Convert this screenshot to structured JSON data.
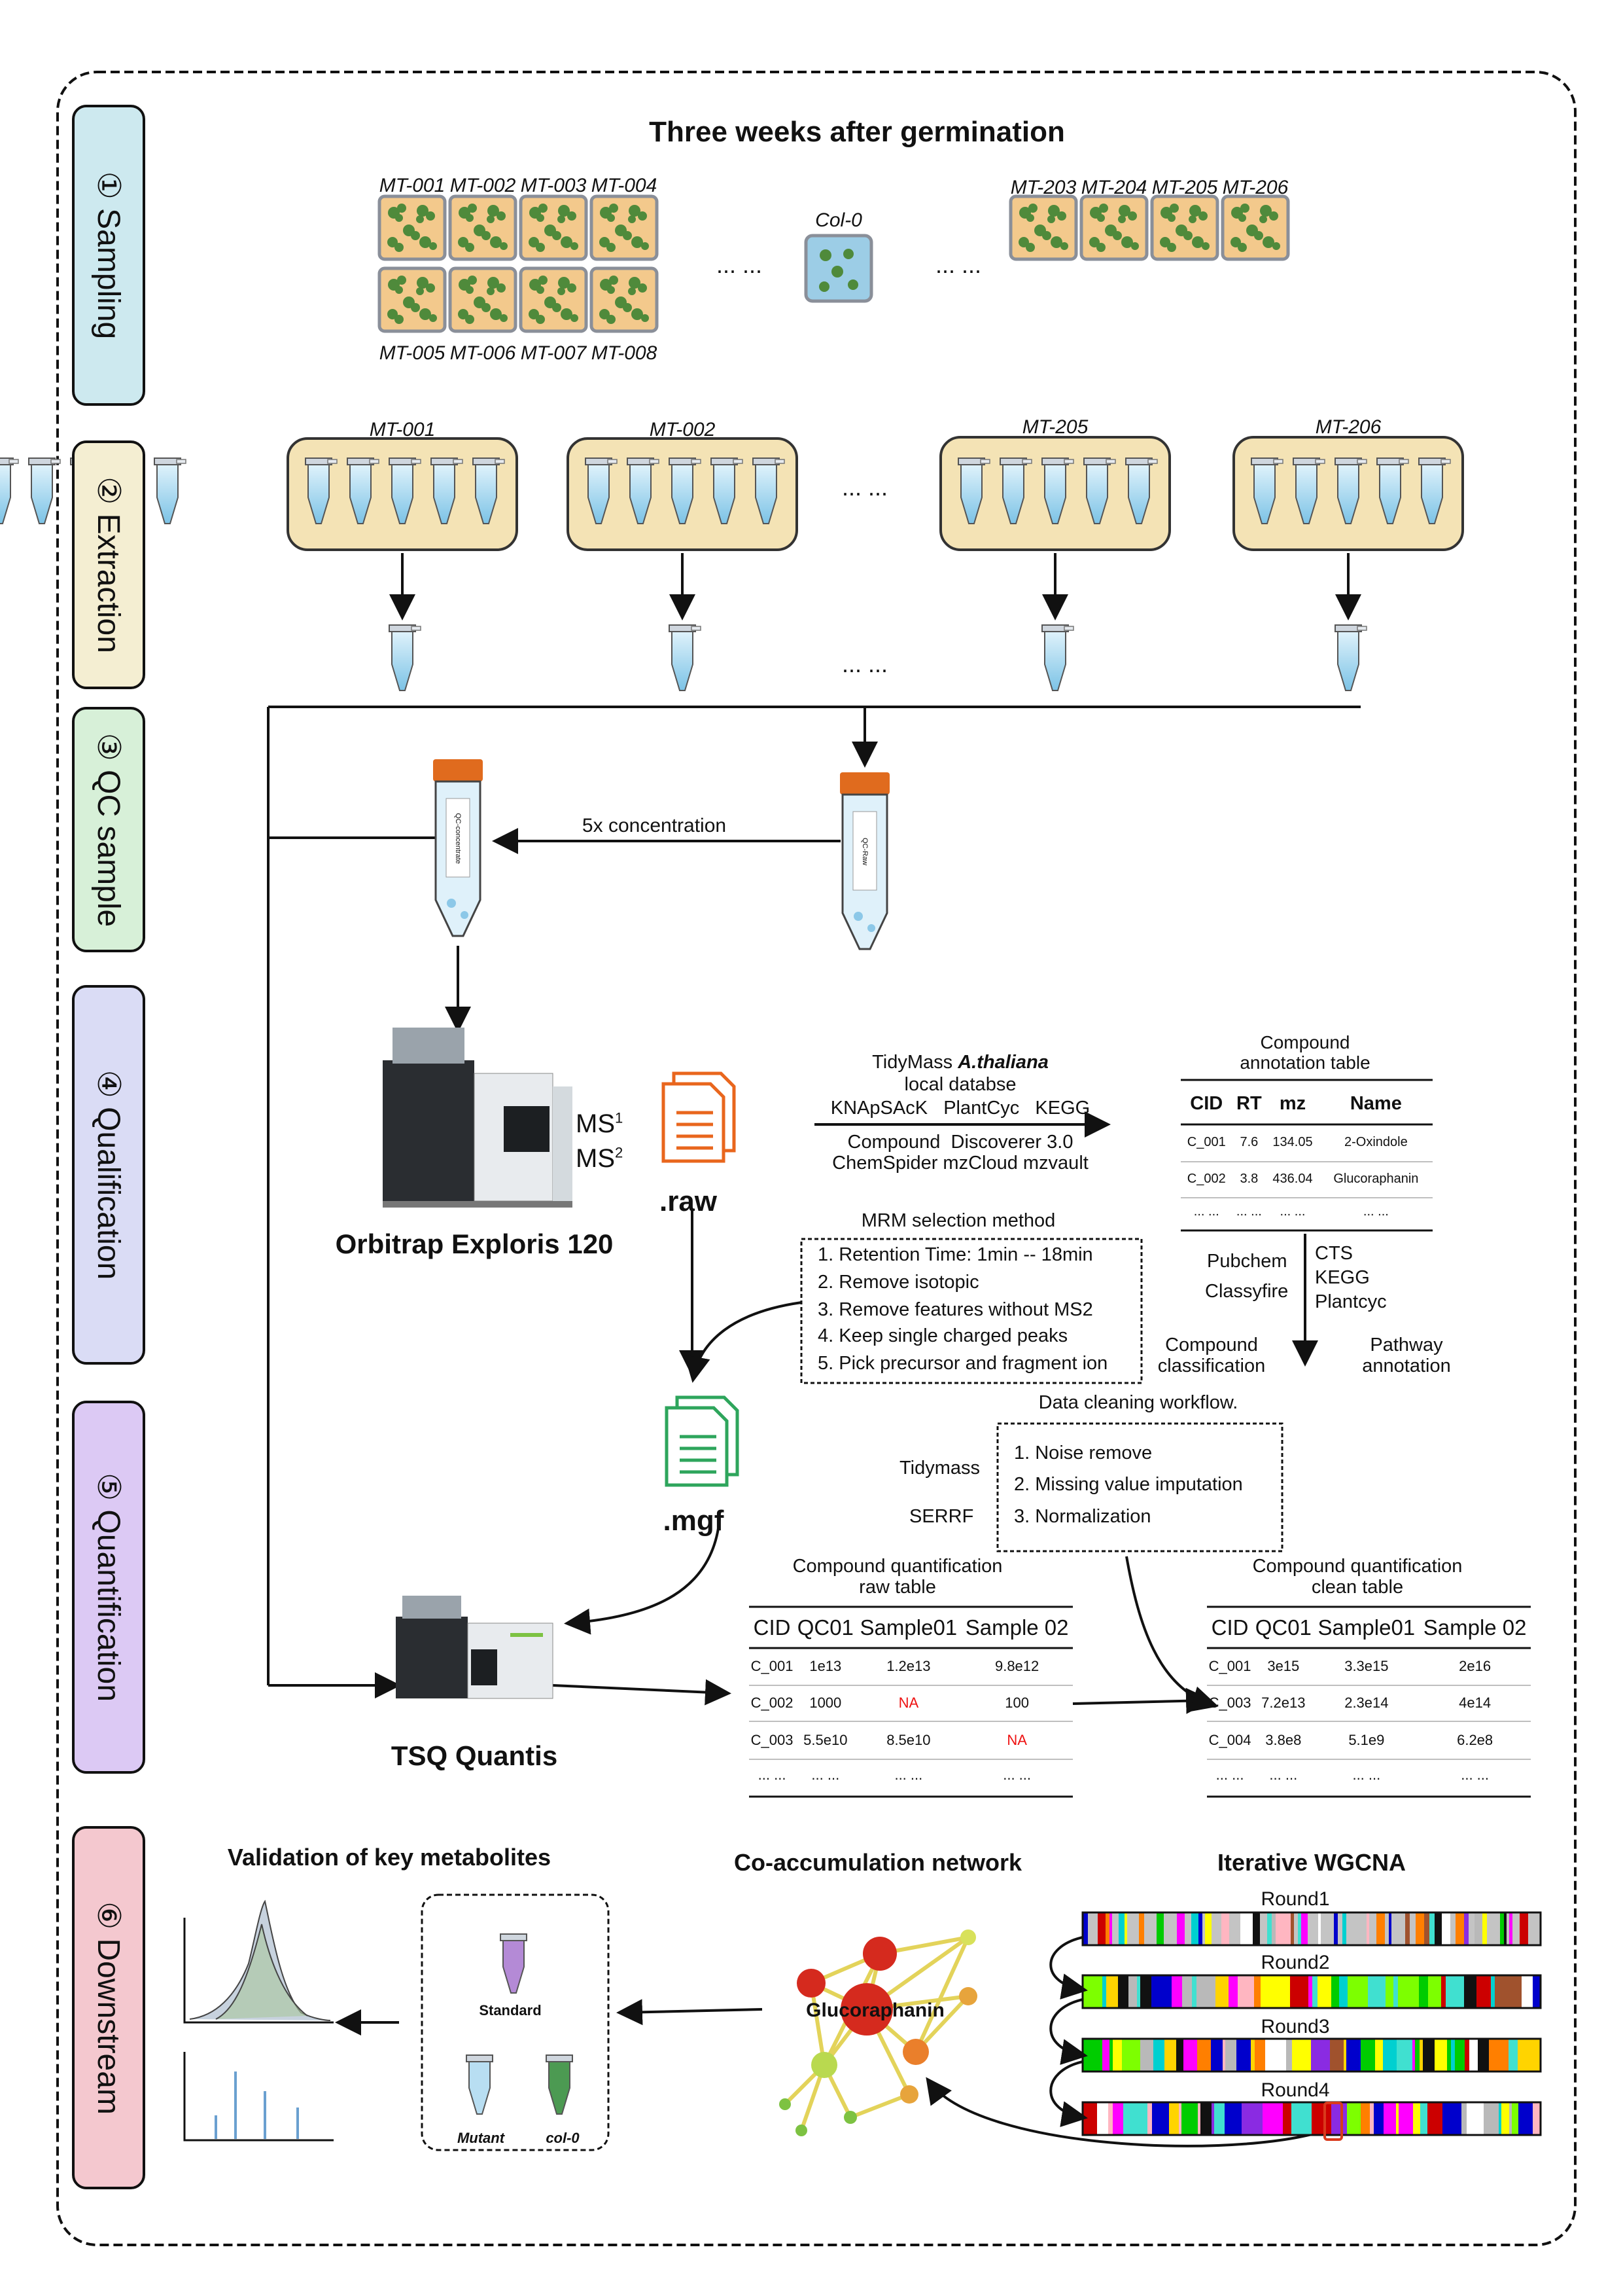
{
  "stages": [
    {
      "label": "① Sampling",
      "color": "#cde9ef"
    },
    {
      "label": "② Extraction",
      "color": "#f4eed2"
    },
    {
      "label": "③ QC sample",
      "color": "#d7f0d8"
    },
    {
      "label": "④ Qualification",
      "color": "#dadcf5"
    },
    {
      "label": "⑤ Quantification",
      "color": "#dcc9f4"
    },
    {
      "label": "⑥ Downstream",
      "color": "#f4c8cf"
    }
  ],
  "sampling": {
    "title": "Three weeks after germination",
    "top_left": [
      "MT-001",
      "MT-002",
      "MT-003",
      "MT-004"
    ],
    "bottom_left": [
      "MT-005",
      "MT-006",
      "MT-007",
      "MT-008"
    ],
    "control": "Col-0",
    "top_right": [
      "MT-203",
      "MT-204",
      "MT-205",
      "MT-206"
    ],
    "ellipsis": "... ..."
  },
  "extraction": {
    "groups": [
      "MT-001",
      "MT-002",
      "MT-205",
      "MT-206"
    ],
    "ellipsis": "... ..."
  },
  "qc": {
    "concentration": "5x concentration",
    "tube_concentrate": "QC-concentrate",
    "tube_raw": "QC-Raw"
  },
  "qualification": {
    "instrument": "Orbitrap Exploris 120",
    "ms1": "MS",
    "ms1_sup": "1",
    "ms2": "MS",
    "ms2_sup": "2",
    "raw": ".raw",
    "db_line1_a": "TidyMass",
    "db_line1_b": "A.thaliana",
    "db_line2": "local databse",
    "db_line3": "KNApSAcK   PlantCyc   KEGG",
    "db_line4": "Compound  Discoverer 3.0",
    "db_line5": "ChemSpider mzCloud mzvault",
    "annotation_title": "Compound\nannotation table",
    "annotation_headers": [
      "CID",
      "RT",
      "mz",
      "Name"
    ],
    "annotation_rows": [
      [
        "C_001",
        "7.6",
        "134.05",
        "2-Oxindole"
      ],
      [
        "C_002",
        "3.8",
        "436.04",
        "Glucoraphanin"
      ],
      [
        "... ...",
        "... ...",
        "... ...",
        "... ..."
      ]
    ],
    "mrm_title": "MRM selection method",
    "mrm_steps": [
      "1. Retention Time: 1min -- 18min",
      "2. Remove isotopic",
      "3. Remove features without MS2",
      "4. Keep single charged peaks",
      "5. Pick precursor and fragment ion"
    ],
    "pubchem": "Pubchem",
    "classyfire": "Classyfire",
    "cts": "CTS",
    "kegg": "KEGG",
    "plantcyc": "Plantcyc",
    "compound_classification": "Compound\nclassification",
    "pathway_annotation": "Pathway\nannotation",
    "mgf": ".mgf"
  },
  "quantification": {
    "instrument": "TSQ Quantis",
    "cleaning_title": "Data cleaning workflow.",
    "cleaning_steps": [
      "1. Noise remove",
      "2. Missing value imputation",
      "3. Normalization"
    ],
    "tool1": "Tidymass",
    "tool2": "SERRF",
    "raw_title": "Compound quantification\nraw table",
    "raw_headers": [
      "CID",
      "QC01",
      "Sample01",
      "Sample 02"
    ],
    "raw_rows": [
      [
        "C_001",
        "1e13",
        "1.2e13",
        "9.8e12"
      ],
      [
        "C_002",
        "1000",
        "NA",
        "100"
      ],
      [
        "C_003",
        "5.5e10",
        "8.5e10",
        "NA"
      ],
      [
        "... ...",
        "... ...",
        "... ...",
        "... ..."
      ]
    ],
    "clean_title": "Compound quantification\nclean table",
    "clean_headers": [
      "CID",
      "QC01",
      "Sample01",
      "Sample 02"
    ],
    "clean_rows": [
      [
        "C_001",
        "3e15",
        "3.3e15",
        "2e16"
      ],
      [
        "C_003",
        "7.2e13",
        "2.3e14",
        "4e14"
      ],
      [
        "C_004",
        "3.8e8",
        "5.1e9",
        "6.2e8"
      ],
      [
        "... ...",
        "... ...",
        "... ...",
        "... ..."
      ]
    ]
  },
  "downstream": {
    "validation_title": "Validation of key metabolites",
    "standard": "Standard",
    "mutant": "Mutant",
    "col0": "col-0",
    "network_title": "Co-accumulation network",
    "hub": "Glucoraphanin",
    "wgcna_title": "Iterative WGCNA",
    "rounds": [
      "Round1",
      "Round2",
      "Round3",
      "Round4"
    ]
  }
}
